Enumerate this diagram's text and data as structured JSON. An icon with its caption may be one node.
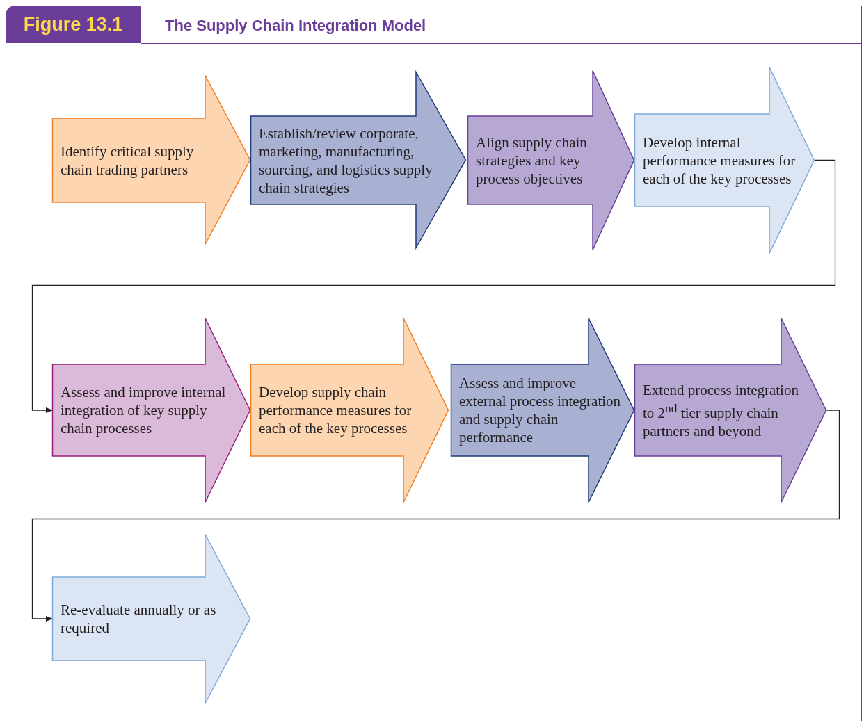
{
  "diagram": {
    "title": "The Supply Chain Integration Model",
    "nodes": [
      {
        "text": [
          "Identify critical supply chain trading partners"
        ]
      },
      {
        "text": [
          "Establish/review corporate, marketing, manufacturing, sourcing, and logistics supply chain strategies"
        ]
      },
      {
        "text": [
          "Align supply chain strategies and key process objectives"
        ]
      },
      {
        "text": [
          "Develop internal performance measures for each of the key processes"
        ]
      },
      {
        "text": [
          "Assess and improve internal integration of key supply chain processes"
        ]
      },
      {
        "text": [
          "Develop supply chain performance measures for each of the key processes"
        ]
      },
      {
        "text": [
          "Assess and improve external process integration and supply chain performance"
        ]
      },
      {
        "text": [
          "Extend process integration to 2$^{nd}$ tier supply chain partners and beyond"
        ]
      },
      {
        "text": [
          "Re-evaluate annually or as required"
        ]
      }
    ],
    "edges": [
      {
        "from": 3,
        "to": 4,
        "arrow": "to"
      },
      {
        "from": 7,
        "to": 8,
        "arrow": "to"
      }
    ],
    "labels": [
      "Figure 13.1"
    ]
  }
}
